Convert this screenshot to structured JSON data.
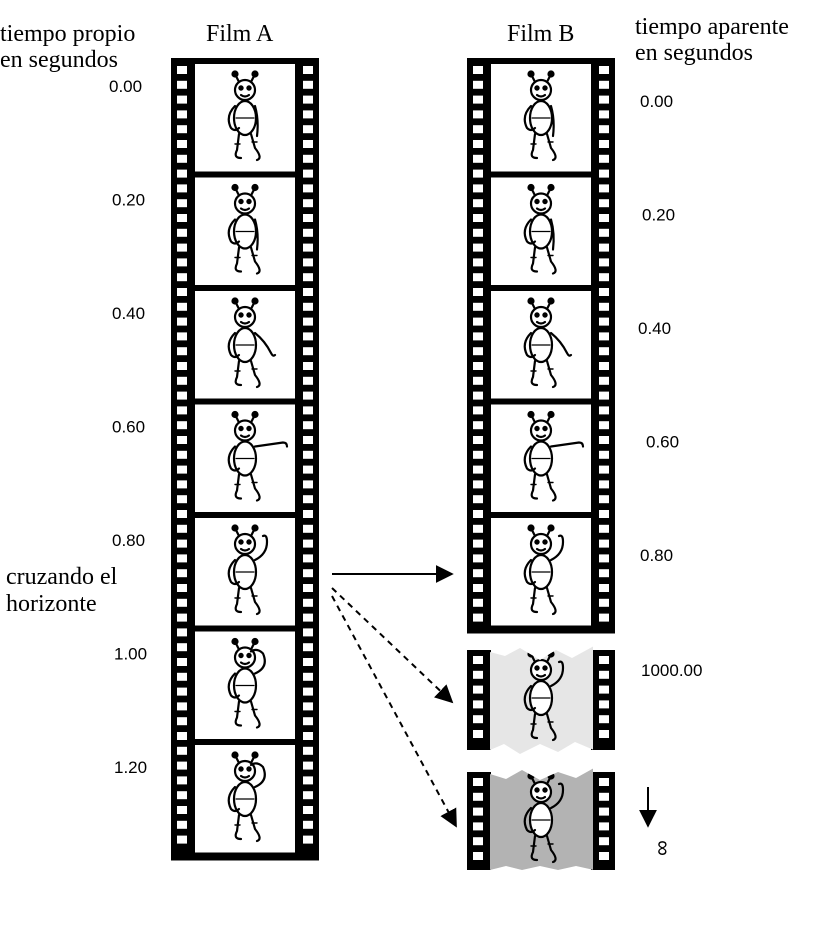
{
  "colors": {
    "film": "#000000",
    "frame_bg": "#ffffff",
    "torn_light": "#e6e6e6",
    "torn_dark": "#b3b3b3",
    "ink": "#000000"
  },
  "headers": {
    "left_axis": [
      "tiempo propio",
      "en segundos"
    ],
    "film_a": "Film A",
    "film_b": "Film B",
    "right_axis": [
      "tiempo aparente",
      "en segundos"
    ]
  },
  "crossing_label": [
    "cruzando el",
    "horizonte"
  ],
  "film_a": {
    "times": [
      "0.00",
      "0.20",
      "0.40",
      "0.60",
      "0.80",
      "1.00",
      "1.20"
    ],
    "poses": [
      "stand",
      "stand",
      "arm-down",
      "arm-out",
      "wave",
      "head",
      "head"
    ]
  },
  "film_b": {
    "times": [
      "0.00",
      "0.20",
      "0.40",
      "0.60",
      "0.80"
    ],
    "poses": [
      "stand",
      "stand",
      "arm-down",
      "arm-out",
      "wave"
    ],
    "torn": [
      {
        "time": "1000.00",
        "pose": "wave",
        "shade": "light"
      },
      {
        "time": "",
        "pose": "wave",
        "shade": "dark"
      }
    ]
  },
  "infinity": {
    "symbol": "∞",
    "arrow_icon": "down-arrow-icon"
  },
  "arrows": [
    {
      "from": "film-a-frame-5",
      "to": "film-b-frame-5",
      "style": "solid"
    },
    {
      "from": "film-a-frame-5",
      "to": "film-b-torn-1",
      "style": "dashed"
    },
    {
      "from": "film-a-frame-5",
      "to": "film-b-torn-2",
      "style": "dashed"
    }
  ]
}
